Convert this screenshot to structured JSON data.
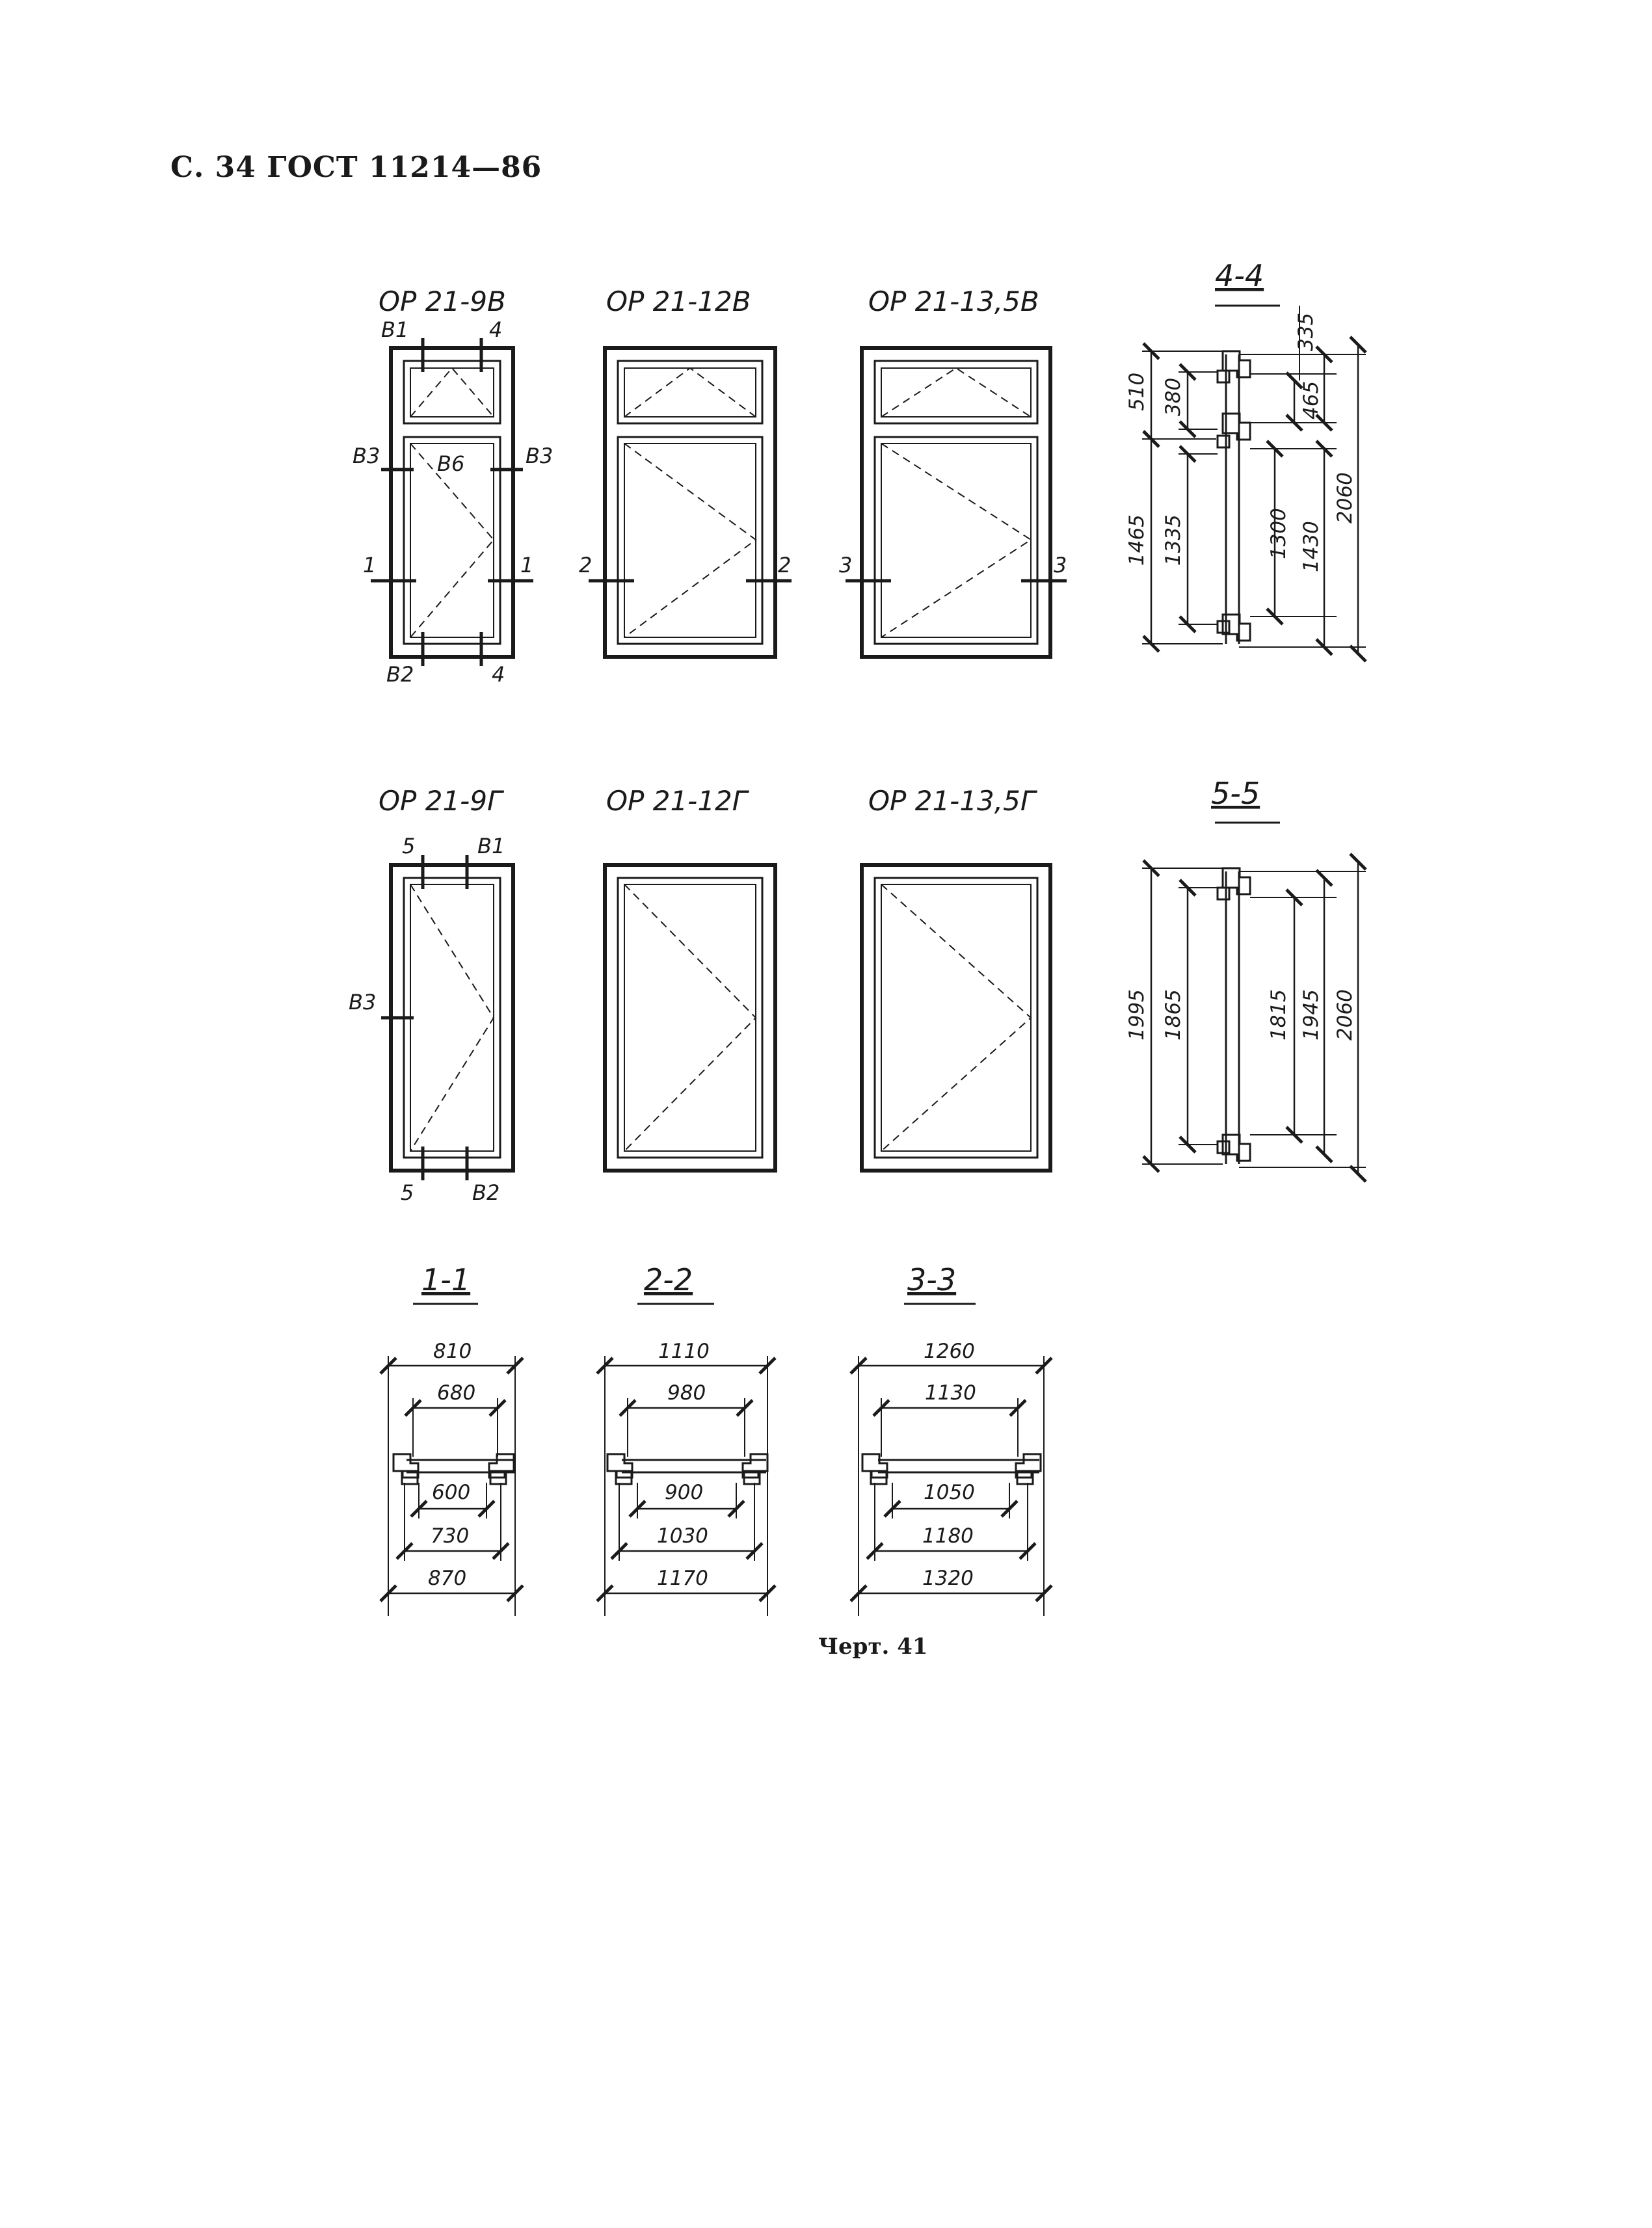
{
  "header": "С. 34 ГОСТ 11214—86",
  "caption": "Черт. 41",
  "top_row": {
    "titles": [
      "ОР 21-9В",
      "ОР 21-12В",
      "ОР 21-13,5В"
    ],
    "marks": {
      "b1": "В1",
      "b2": "В2",
      "b3": "В3",
      "b3_left": "В3",
      "b6": "В6",
      "four": "4",
      "one": "1",
      "two": "2",
      "three": "3"
    }
  },
  "section_44": {
    "title": "4-4",
    "dims": [
      "335",
      "510",
      "380",
      "465",
      "1465",
      "1335",
      "1300",
      "1430",
      "2060"
    ]
  },
  "middle_row": {
    "titles": [
      "ОР 21-9Г",
      "ОР 21-12Г",
      "ОР 21-13,5Г"
    ],
    "marks": {
      "five": "5",
      "b1": "В1",
      "b2": "В2",
      "b3": "В3"
    }
  },
  "section_55": {
    "title": "5-5",
    "dims": [
      "1995",
      "1865",
      "1815",
      "1945",
      "2060"
    ]
  },
  "bottom_row": [
    {
      "title": "1-1",
      "dims": [
        "810",
        "680",
        "600",
        "730",
        "870"
      ]
    },
    {
      "title": "2-2",
      "dims": [
        "1110",
        "980",
        "900",
        "1030",
        "1170"
      ]
    },
    {
      "title": "3-3",
      "dims": [
        "1260",
        "1130",
        "1050",
        "1180",
        "1320"
      ]
    }
  ]
}
